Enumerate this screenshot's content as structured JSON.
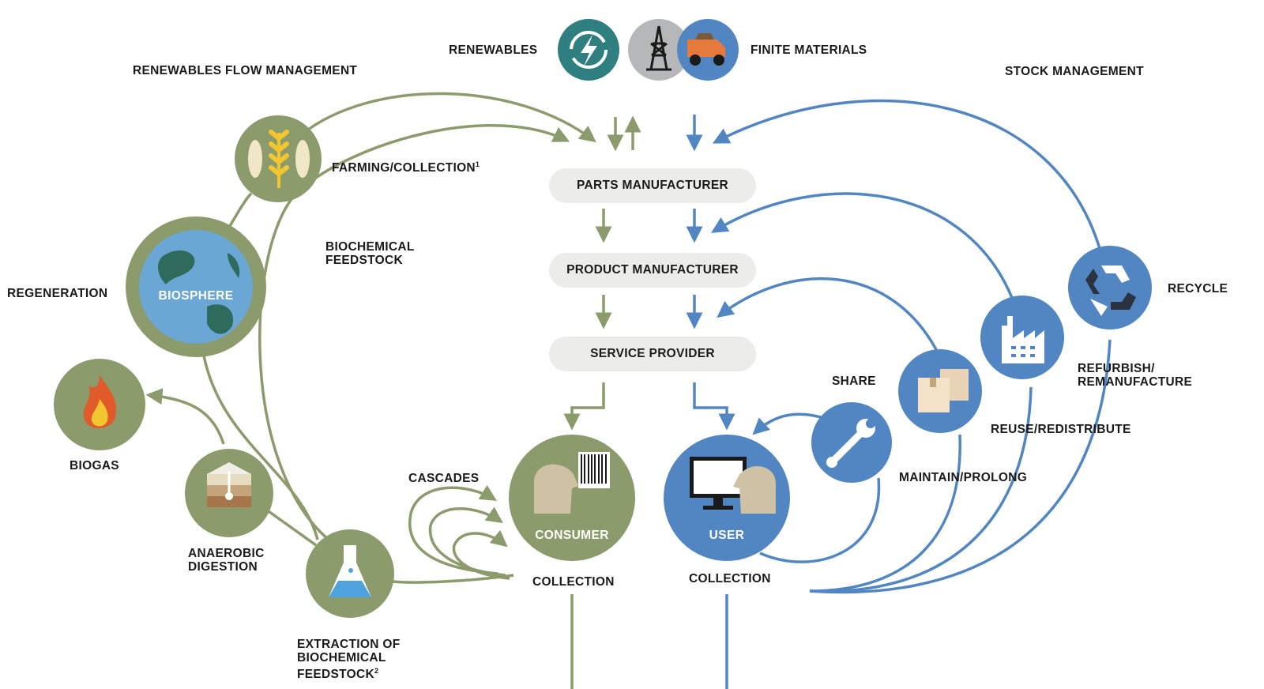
{
  "header": {
    "renewables": "RENEWABLES",
    "finite_materials": "FINITE MATERIALS",
    "renewables_flow_management": "RENEWABLES FLOW MANAGEMENT",
    "stock_management": "STOCK MANAGEMENT"
  },
  "chain": {
    "parts_manufacturer": "PARTS MANUFACTURER",
    "product_manufacturer": "PRODUCT MANUFACTURER",
    "service_provider": "SERVICE PROVIDER"
  },
  "biological": {
    "farming_collection": "FARMING/COLLECTION",
    "farming_note": "1",
    "biochemical_feedstock": "BIOCHEMICAL\nFEEDSTOCK",
    "regeneration": "REGENERATION",
    "biosphere": "BIOSPHERE",
    "biogas": "BIOGAS",
    "anaerobic_digestion": "ANAEROBIC\nDIGESTION",
    "extraction": "EXTRACTION OF\nBIOCHEMICAL\nFEEDSTOCK",
    "extraction_note": "2",
    "cascades": "CASCADES",
    "consumer": "CONSUMER",
    "consumer_collection": "COLLECTION"
  },
  "technical": {
    "share": "SHARE",
    "maintain_prolong": "MAINTAIN/PROLONG",
    "reuse_redistribute": "REUSE/REDISTRIBUTE",
    "refurbish_remanufacture": "REFURBISH/\nREMANUFACTURE",
    "recycle": "RECYCLE",
    "user": "USER",
    "user_collection": "COLLECTION"
  },
  "icons": [
    "energy-icon",
    "oil-rig-icon",
    "mining-truck-icon",
    "fish-wheat-icon",
    "earth-icon",
    "flame-icon",
    "soil-layers-icon",
    "flask-icon",
    "consumer-barcode-icon",
    "user-computer-icon",
    "wrench-icon",
    "boxes-icon",
    "factory-icon",
    "recycle-icon"
  ],
  "colors": {
    "bio_green": "#8c9b6c",
    "tech_blue": "#5286c3",
    "teal": "#2f7f80",
    "grey": "#b5b7b9",
    "pill": "#ececea",
    "ocean": "#6aa7d4",
    "land": "#2e6b5c"
  }
}
